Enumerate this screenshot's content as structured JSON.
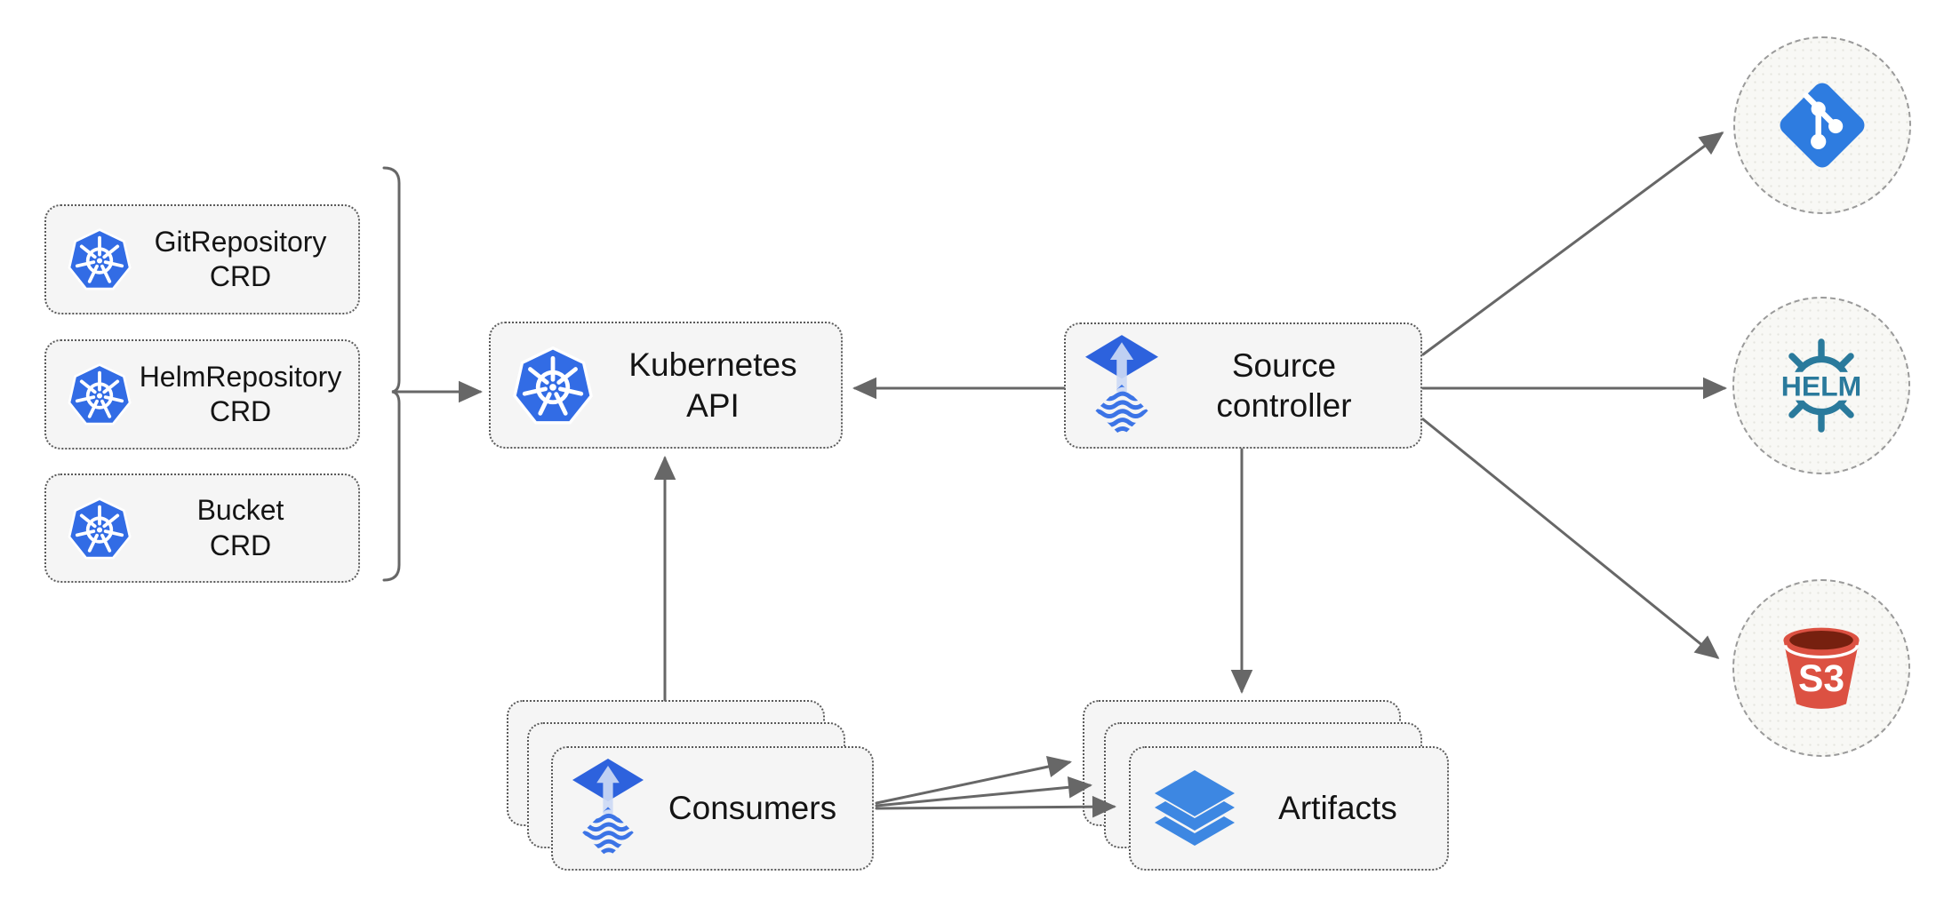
{
  "theme": {
    "canvas_bg": "#ffffff",
    "box_fill": "#f5f5f5",
    "box_border": "#5a5a5a",
    "circle_fill": "#f8f8f5",
    "circle_border": "#9a9a9a",
    "arrow_color": "#676767",
    "label_color": "#141414",
    "kubernetes_blue": "#326ce5",
    "flux_blue": "#2d62dd",
    "flux_wave_blue": "#3c74e6",
    "flux_arrow_light": "#ccd9f4",
    "git_blue": "#2e7ce0",
    "helm_teal": "#2a7a9c",
    "s3_red": "#dc5142",
    "s3_dark": "#76200f",
    "layers_blue": "#3d87e2"
  },
  "nodes": {
    "crds": [
      {
        "line1": "GitRepository",
        "line2": "CRD"
      },
      {
        "line1": "HelmRepository",
        "line2": "CRD"
      },
      {
        "line1": "Bucket",
        "line2": "CRD"
      }
    ],
    "kubernetes_api": {
      "label": "Kubernetes API"
    },
    "source_controller": {
      "line1": "Source",
      "line2": "controller"
    },
    "consumers": {
      "label": "Consumers"
    },
    "artifacts": {
      "label": "Artifacts"
    },
    "externals": {
      "git": {
        "icon": "git-icon"
      },
      "helm": {
        "icon": "helm-icon",
        "text": "HELM"
      },
      "s3": {
        "icon": "s3-bucket-icon",
        "text": "S3"
      }
    }
  },
  "edges": [
    {
      "from": "crd-group-bracket",
      "to": "kubernetes-api"
    },
    {
      "from": "source-controller",
      "to": "kubernetes-api"
    },
    {
      "from": "consumers",
      "to": "kubernetes-api"
    },
    {
      "from": "source-controller",
      "to": "artifacts"
    },
    {
      "from": "source-controller",
      "to": "git"
    },
    {
      "from": "source-controller",
      "to": "helm"
    },
    {
      "from": "source-controller",
      "to": "s3"
    },
    {
      "from": "consumers",
      "to": "artifacts",
      "count": 3
    }
  ]
}
